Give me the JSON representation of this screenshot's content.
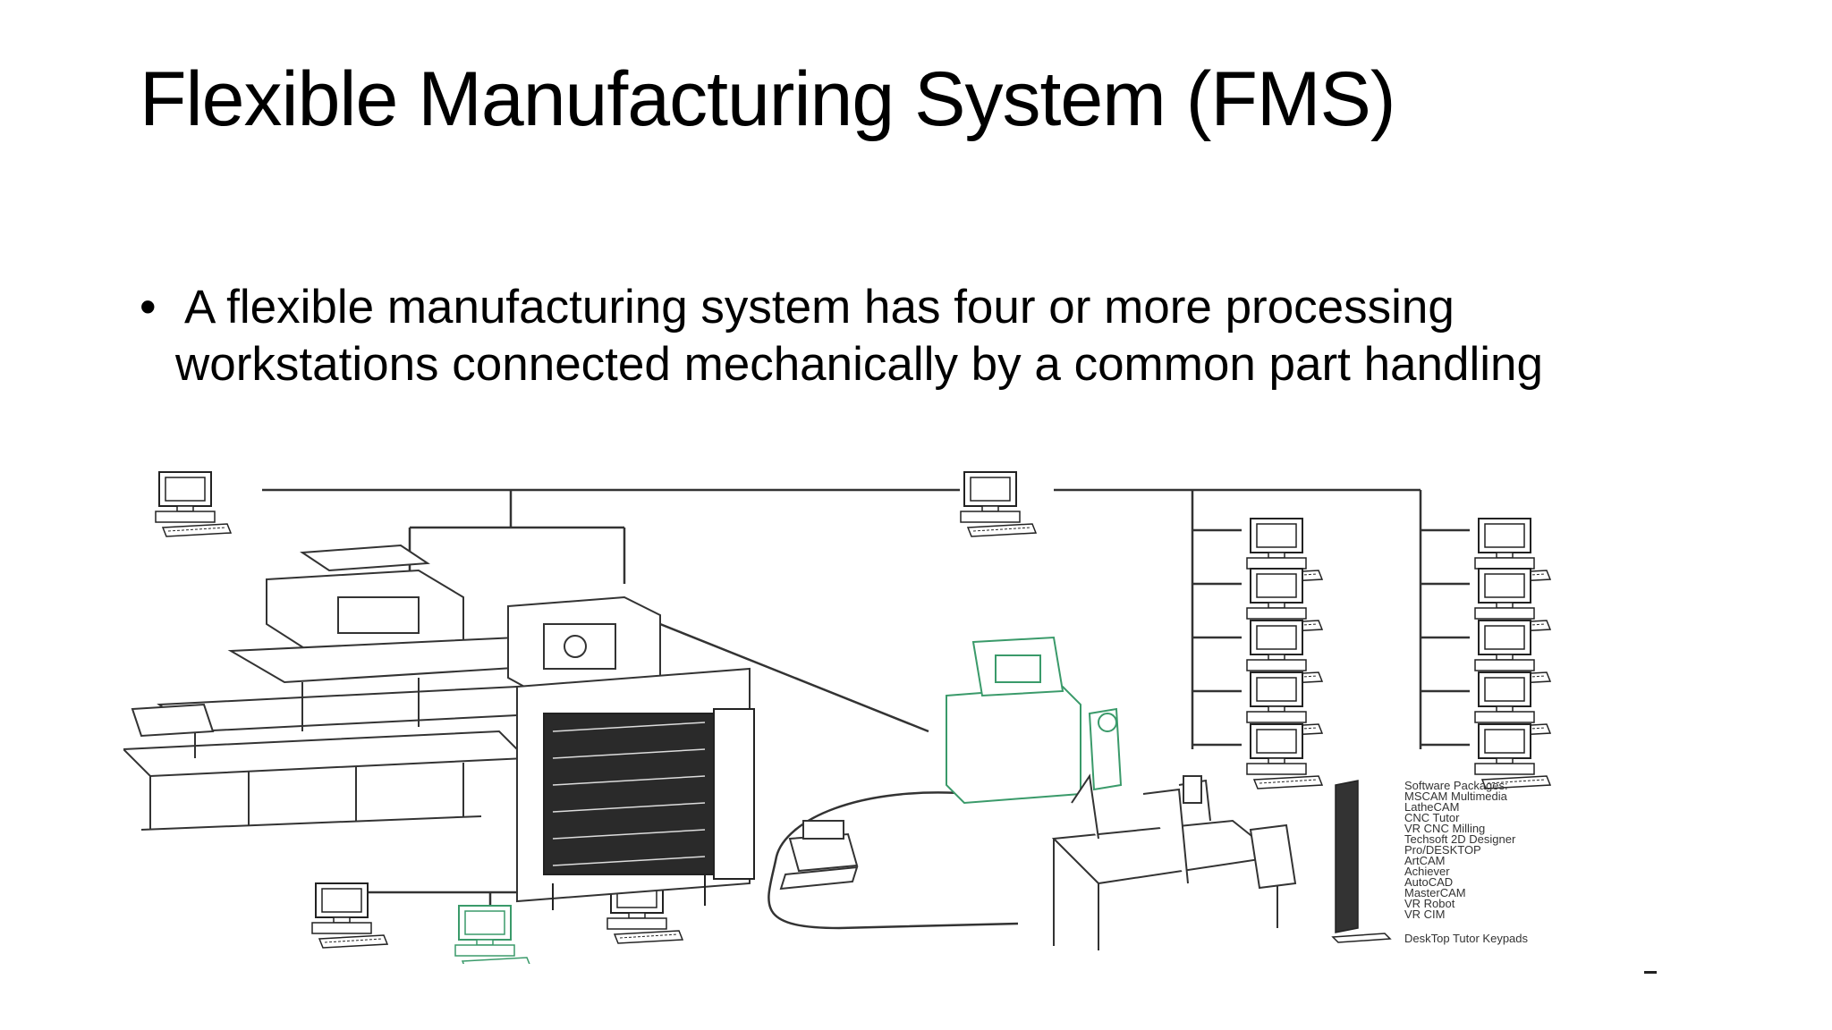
{
  "slide": {
    "title": "Flexible Manufacturing System (FMS)",
    "bullet_marker": "•",
    "bullet_text": "A flexible manufacturing system has four or more processing workstations connected mechanically by a common part handling"
  },
  "diagram": {
    "legend_items": [
      "Software Packages:",
      "MSCAM Multimedia",
      "LatheCAM",
      "CNC Tutor",
      "VR CNC Milling",
      "Techsoft 2D Designer",
      "Pro/DESKTOP",
      "ArtCAM",
      "Achiever",
      "AutoCAD",
      "MasterCAM",
      "VR Robot",
      "VR CIM"
    ],
    "keypad_label": "DeskTop Tutor Keypads",
    "colors": {
      "line": "#222222",
      "green": "#3a9a6a"
    }
  }
}
